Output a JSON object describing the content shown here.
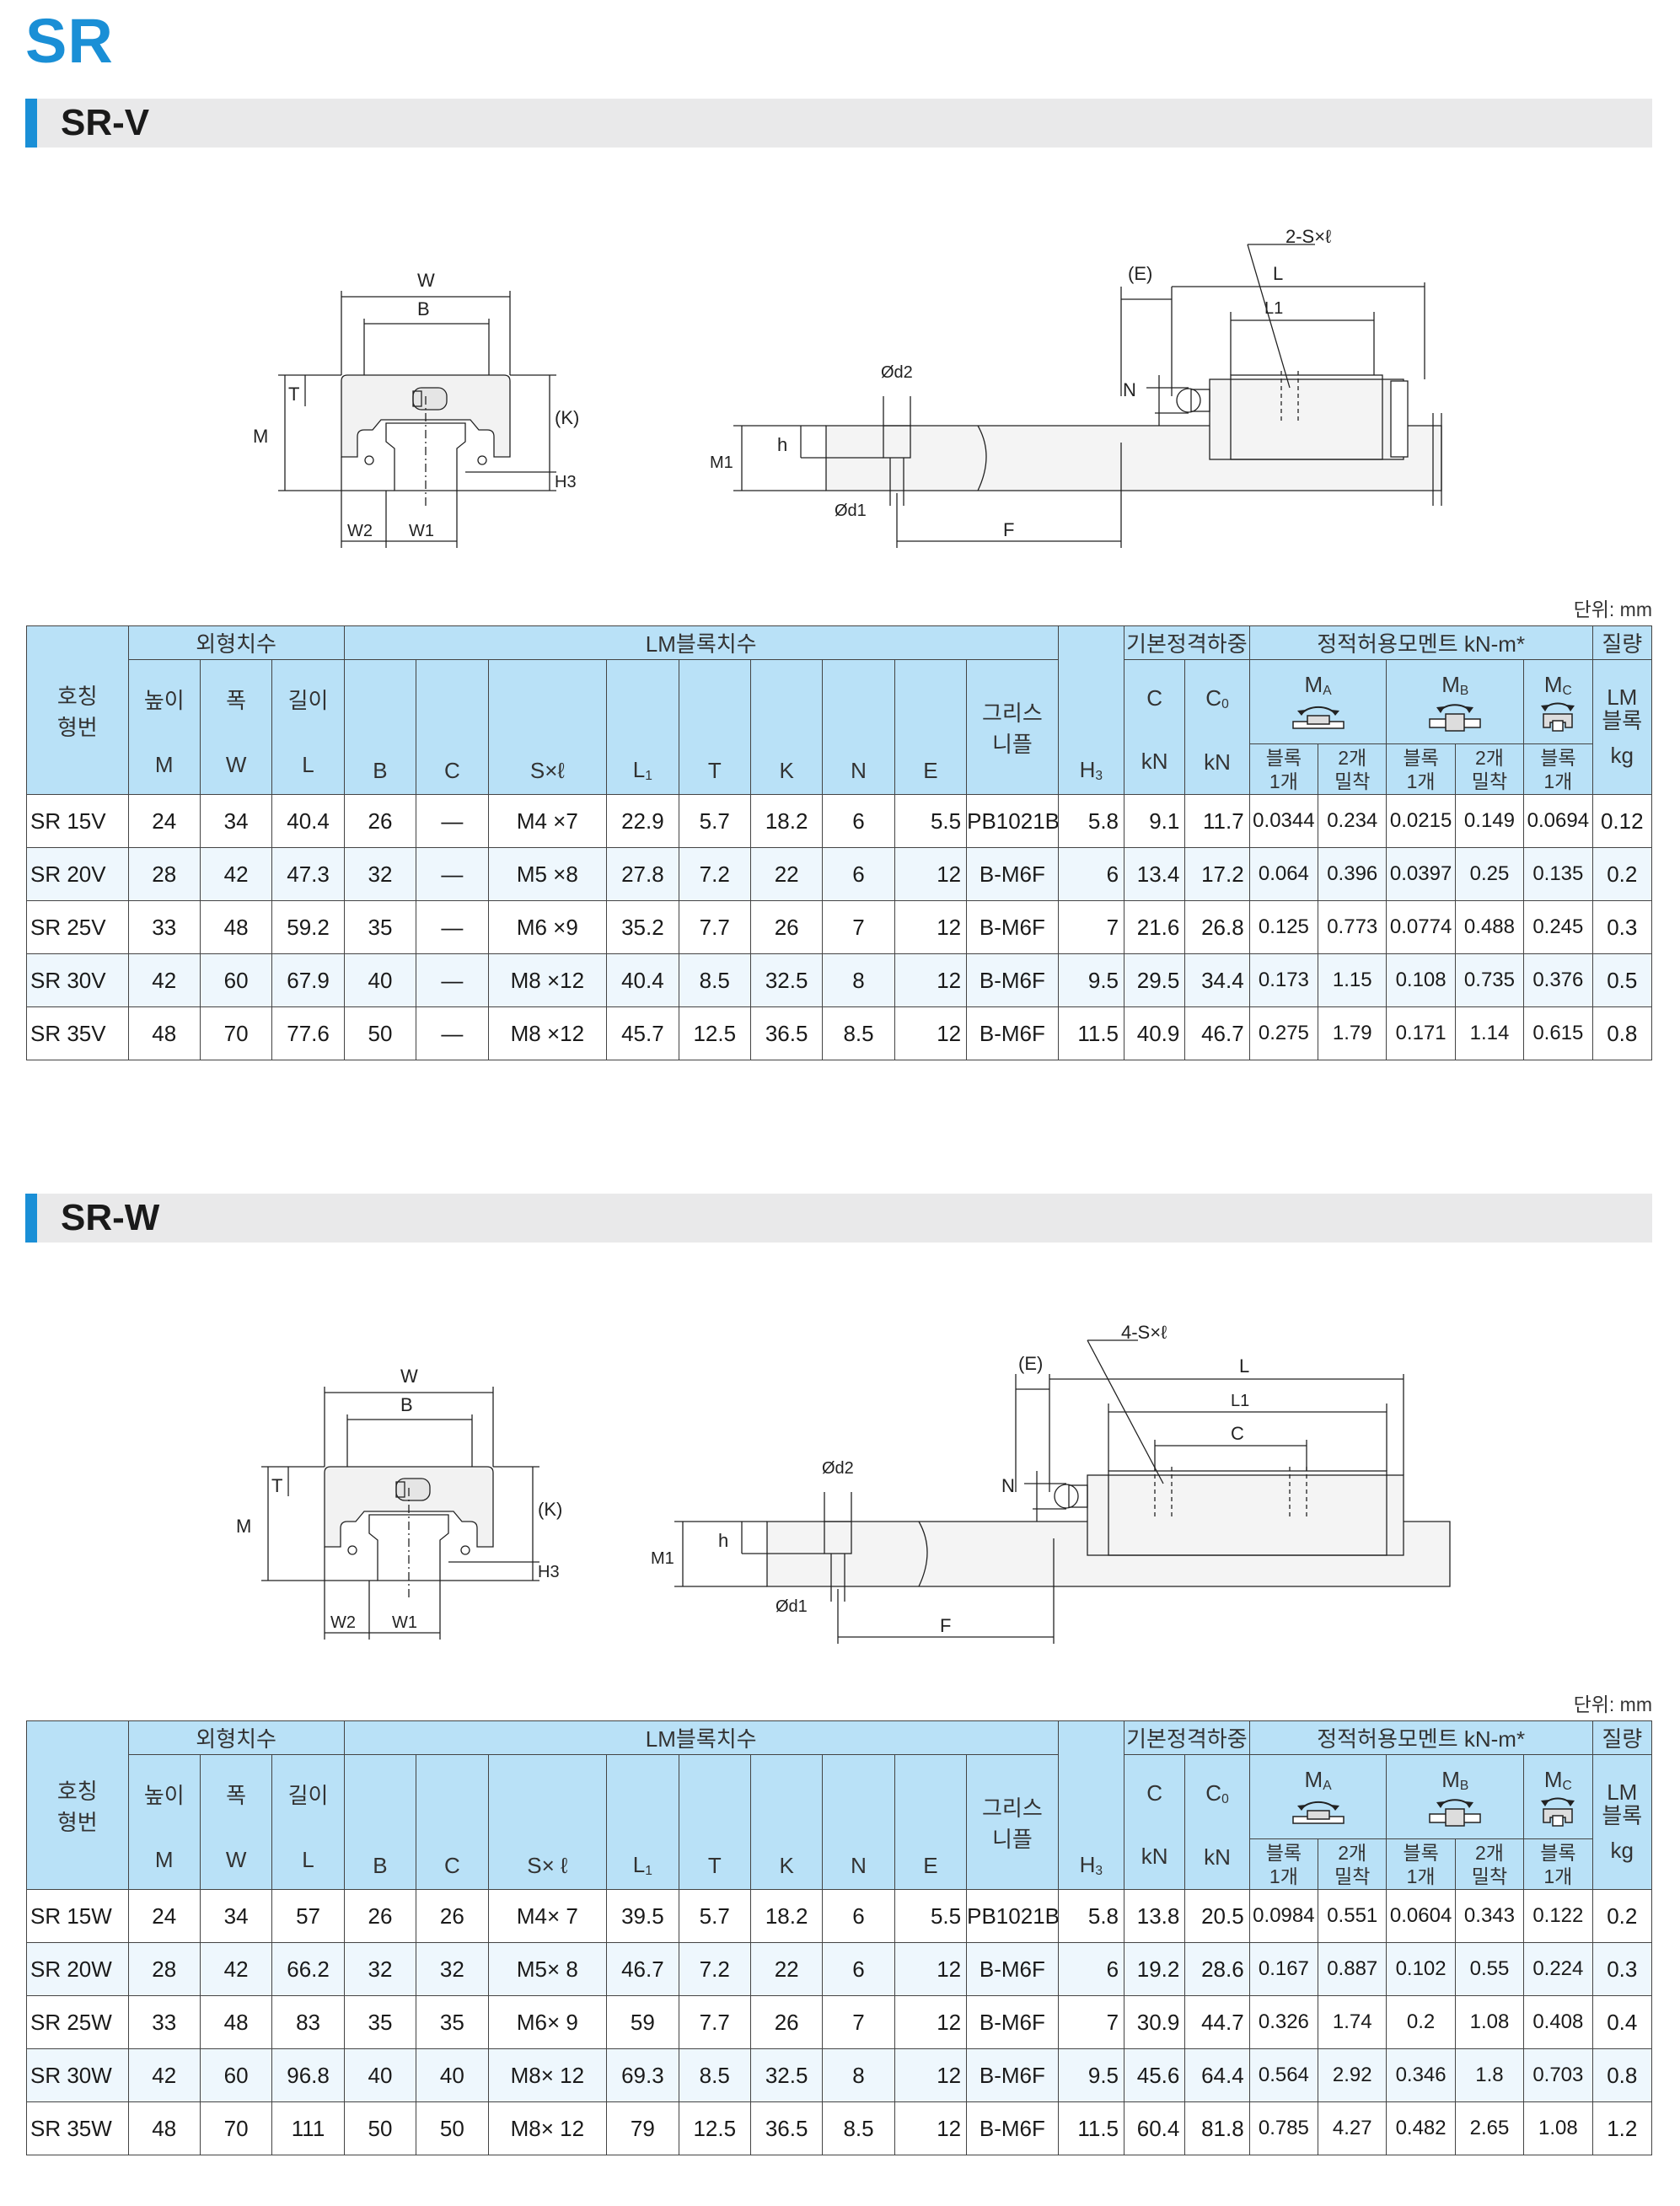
{
  "page": {
    "title": "SR",
    "unit_label": "단위: mm"
  },
  "sections": [
    {
      "id": "sr-v",
      "title": "SR-V",
      "diagram_labels": {
        "W": "W",
        "B": "B",
        "T": "T",
        "M": "M",
        "K": "(K)",
        "H3": "H3",
        "W2": "W2",
        "W1": "W1",
        "d2": "Ød2",
        "d1": "Ød1",
        "h": "h",
        "M1": "M1",
        "F": "F",
        "E": "(E)",
        "L": "L",
        "L1": "L1",
        "N": "N",
        "S": "2-S×ℓ"
      },
      "header": {
        "model": "호칭\n형번",
        "outer": "외형치수",
        "lm": "LM블록치수",
        "load": "기본정격하중",
        "moment": "정적허용모멘트 kN-m*",
        "mass": "질량",
        "height": "높이",
        "width": "폭",
        "length": "길이",
        "col_M": "M",
        "col_W": "W",
        "col_L": "L",
        "col_B": "B",
        "col_C": "C",
        "col_S": "S×ℓ",
        "col_L1": "L",
        "col_T": "T",
        "col_K": "K",
        "col_N": "N",
        "col_E": "E",
        "grease": "그리스\n니플",
        "col_H3": "H",
        "col_Cd": "C",
        "col_C0": "C",
        "kn1": "kN",
        "kn2": "kN",
        "MA": "M",
        "MB": "M",
        "MC": "M",
        "one_block": "블록\n1개",
        "two_block": "2개\n밀착",
        "lm_block": "LM\n블록",
        "kg": "kg"
      },
      "rows": [
        [
          "SR 15V",
          "24",
          "34",
          "40.4",
          "26",
          "—",
          "M4 ×7",
          "22.9",
          "5.7",
          "18.2",
          "6",
          "5.5",
          "PB1021B",
          "5.8",
          "9.1",
          "11.7",
          "0.0344",
          "0.234",
          "0.0215",
          "0.149",
          "0.0694",
          "0.12"
        ],
        [
          "SR 20V",
          "28",
          "42",
          "47.3",
          "32",
          "—",
          "M5 ×8",
          "27.8",
          "7.2",
          "22",
          "6",
          "12",
          "B-M6F",
          "6",
          "13.4",
          "17.2",
          "0.064",
          "0.396",
          "0.0397",
          "0.25",
          "0.135",
          "0.2"
        ],
        [
          "SR 25V",
          "33",
          "48",
          "59.2",
          "35",
          "—",
          "M6 ×9",
          "35.2",
          "7.7",
          "26",
          "7",
          "12",
          "B-M6F",
          "7",
          "21.6",
          "26.8",
          "0.125",
          "0.773",
          "0.0774",
          "0.488",
          "0.245",
          "0.3"
        ],
        [
          "SR 30V",
          "42",
          "60",
          "67.9",
          "40",
          "—",
          "M8 ×12",
          "40.4",
          "8.5",
          "32.5",
          "8",
          "12",
          "B-M6F",
          "9.5",
          "29.5",
          "34.4",
          "0.173",
          "1.15",
          "0.108",
          "0.735",
          "0.376",
          "0.5"
        ],
        [
          "SR 35V",
          "48",
          "70",
          "77.6",
          "50",
          "—",
          "M8 ×12",
          "45.7",
          "12.5",
          "36.5",
          "8.5",
          "12",
          "B-M6F",
          "11.5",
          "40.9",
          "46.7",
          "0.275",
          "1.79",
          "0.171",
          "1.14",
          "0.615",
          "0.8"
        ]
      ]
    },
    {
      "id": "sr-w",
      "title": "SR-W",
      "diagram_labels": {
        "W": "W",
        "B": "B",
        "T": "T",
        "M": "M",
        "K": "(K)",
        "H3": "H3",
        "W2": "W2",
        "W1": "W1",
        "d2": "Ød2",
        "d1": "Ød1",
        "h": "h",
        "M1": "M1",
        "F": "F",
        "E": "(E)",
        "L": "L",
        "L1": "L1",
        "C": "C",
        "N": "N",
        "S": "4-S×ℓ"
      },
      "header": {
        "model": "호칭\n형번",
        "outer": "외형치수",
        "lm": "LM블록치수",
        "load": "기본정격하중",
        "moment": "정적허용모멘트 kN-m*",
        "mass": "질량",
        "height": "높이",
        "width": "폭",
        "length": "길이",
        "col_M": "M",
        "col_W": "W",
        "col_L": "L",
        "col_B": "B",
        "col_C": "C",
        "col_S": "S× ℓ",
        "col_L1": "L",
        "col_T": "T",
        "col_K": "K",
        "col_N": "N",
        "col_E": "E",
        "grease": "그리스\n니플",
        "col_H3": "H",
        "col_Cd": "C",
        "col_C0": "C",
        "kn1": "kN",
        "kn2": "kN",
        "MA": "M",
        "MB": "M",
        "MC": "M",
        "one_block": "블록\n1개",
        "two_block": "2개\n밀착",
        "lm_block": "LM\n블록",
        "kg": "kg"
      },
      "rows": [
        [
          "SR 15W",
          "24",
          "34",
          "57",
          "26",
          "26",
          "M4× 7",
          "39.5",
          "5.7",
          "18.2",
          "6",
          "5.5",
          "PB1021B",
          "5.8",
          "13.8",
          "20.5",
          "0.0984",
          "0.551",
          "0.0604",
          "0.343",
          "0.122",
          "0.2"
        ],
        [
          "SR 20W",
          "28",
          "42",
          "66.2",
          "32",
          "32",
          "M5× 8",
          "46.7",
          "7.2",
          "22",
          "6",
          "12",
          "B-M6F",
          "6",
          "19.2",
          "28.6",
          "0.167",
          "0.887",
          "0.102",
          "0.55",
          "0.224",
          "0.3"
        ],
        [
          "SR 25W",
          "33",
          "48",
          "83",
          "35",
          "35",
          "M6× 9",
          "59",
          "7.7",
          "26",
          "7",
          "12",
          "B-M6F",
          "7",
          "30.9",
          "44.7",
          "0.326",
          "1.74",
          "0.2",
          "1.08",
          "0.408",
          "0.4"
        ],
        [
          "SR 30W",
          "42",
          "60",
          "96.8",
          "40",
          "40",
          "M8× 12",
          "69.3",
          "8.5",
          "32.5",
          "8",
          "12",
          "B-M6F",
          "9.5",
          "45.6",
          "64.4",
          "0.564",
          "2.92",
          "0.346",
          "1.8",
          "0.703",
          "0.8"
        ],
        [
          "SR 35W",
          "48",
          "70",
          "111",
          "50",
          "50",
          "M8× 12",
          "79",
          "12.5",
          "36.5",
          "8.5",
          "12",
          "B-M6F",
          "11.5",
          "60.4",
          "81.8",
          "0.785",
          "4.27",
          "0.482",
          "2.65",
          "1.08",
          "1.2"
        ]
      ]
    }
  ]
}
